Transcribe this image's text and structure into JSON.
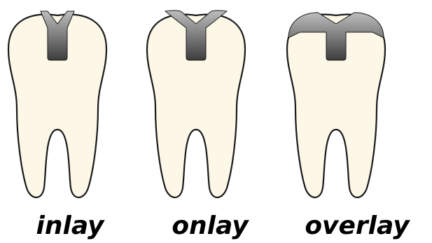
{
  "teeth": [
    {
      "label": "inlay",
      "restoration": "inlay"
    },
    {
      "label": "onlay",
      "restoration": "onlay"
    },
    {
      "label": "overlay",
      "restoration": "overlay"
    }
  ],
  "colors": {
    "tooth_fill": "#fcf7e6",
    "outline": "#1a1a1a",
    "restoration_dark": "#3d3d3d",
    "restoration_light": "#bdbdbd",
    "background": "#ffffff"
  }
}
